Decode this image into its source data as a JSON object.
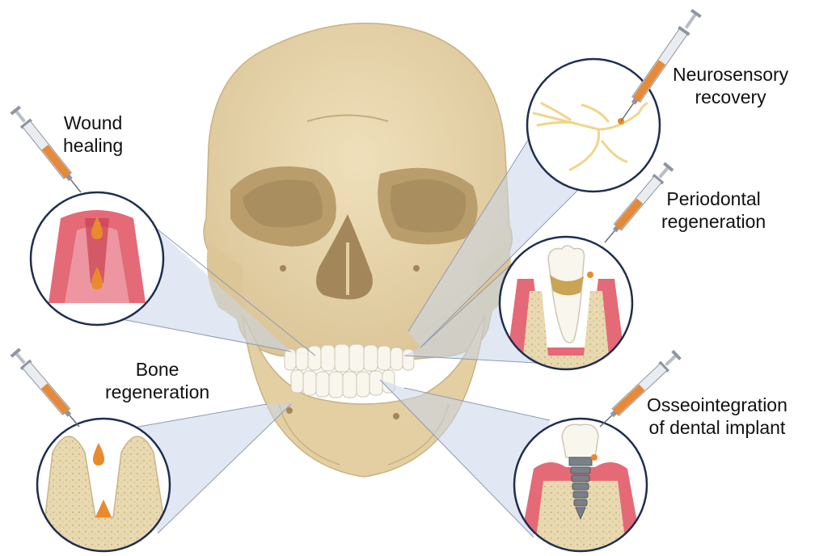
{
  "labels": {
    "wound": [
      "Wound",
      "healing"
    ],
    "bone": [
      "Bone",
      "regeneration"
    ],
    "neuro": [
      "Neurosensory",
      "recovery"
    ],
    "perio": [
      "Periodontal",
      "regeneration"
    ],
    "osseo": [
      "Osseointegration",
      "of dental implant"
    ]
  },
  "colors": {
    "skull": "#e8d6ac",
    "skull_shade": "#cbb587",
    "skull_dark": "#a38a5c",
    "beam": "#c9d6ea",
    "circle_border": "#1f2d4f",
    "gum": "#e46a78",
    "gum_light": "#f3b3bb",
    "bone": "#e9d9b0",
    "drop": "#e98a2c",
    "syringe_liquid": "#e48a3a",
    "nerve": "#f0d68a"
  },
  "icons": [
    "syringe-icon",
    "skull-illustration",
    "tooth-icon",
    "implant-icon",
    "nerve-icon"
  ]
}
